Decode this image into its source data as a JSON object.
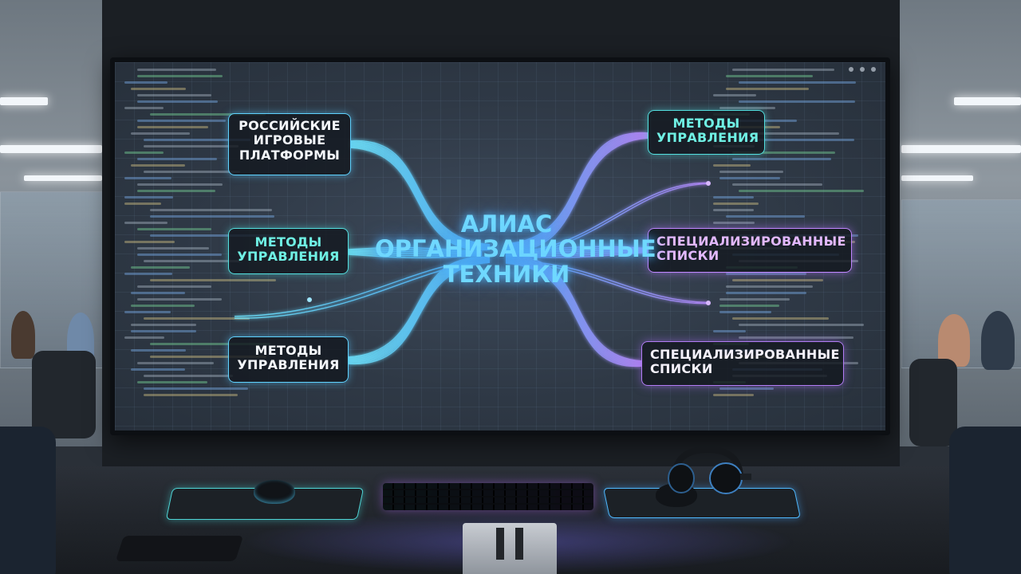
{
  "diagram": {
    "center_title": [
      "АЛИАС",
      "ОРГАНИЗАЦИОННЫЕ",
      "ТЕХНИКИ"
    ],
    "nodes": [
      {
        "id": "left-top",
        "lines": [
          "РОССИЙСКИЕ",
          "ИГРОВЫЕ",
          "ПЛАТФОРМЫ"
        ],
        "style": "white"
      },
      {
        "id": "left-mid",
        "lines": [
          "МЕТОДЫ",
          "УПРАВЛЕНИЯ"
        ],
        "style": "teal"
      },
      {
        "id": "left-bottom",
        "lines": [
          "МЕТОДЫ",
          "УПРАВЛЕНИЯ"
        ],
        "style": "white"
      },
      {
        "id": "right-top",
        "lines": [
          "МЕТОДЫ",
          "УПРАВЛЕНИЯ"
        ],
        "style": "teal"
      },
      {
        "id": "right-mid",
        "lines": [
          "СПЕЦИАЛИЗИРОВАННЫЕ",
          "СПИСКИ"
        ],
        "style": "purple"
      },
      {
        "id": "right-bottom",
        "lines": [
          "СПЕЦИАЛИЗИРОВАННЫЕ",
          "СПИСКИ"
        ],
        "style": "purple-white"
      }
    ]
  },
  "colors": {
    "cyan_glow": "#5fd3ff",
    "teal_text": "#6ff0e4",
    "purple_glow": "#c186ff",
    "screen_bg": "#2f3946"
  },
  "scene": {
    "objects": [
      "wall-display",
      "desk",
      "keyboard",
      "mouse-left",
      "mouse-right",
      "headphones",
      "smartphone",
      "laptop-stand",
      "office-chairs"
    ]
  }
}
